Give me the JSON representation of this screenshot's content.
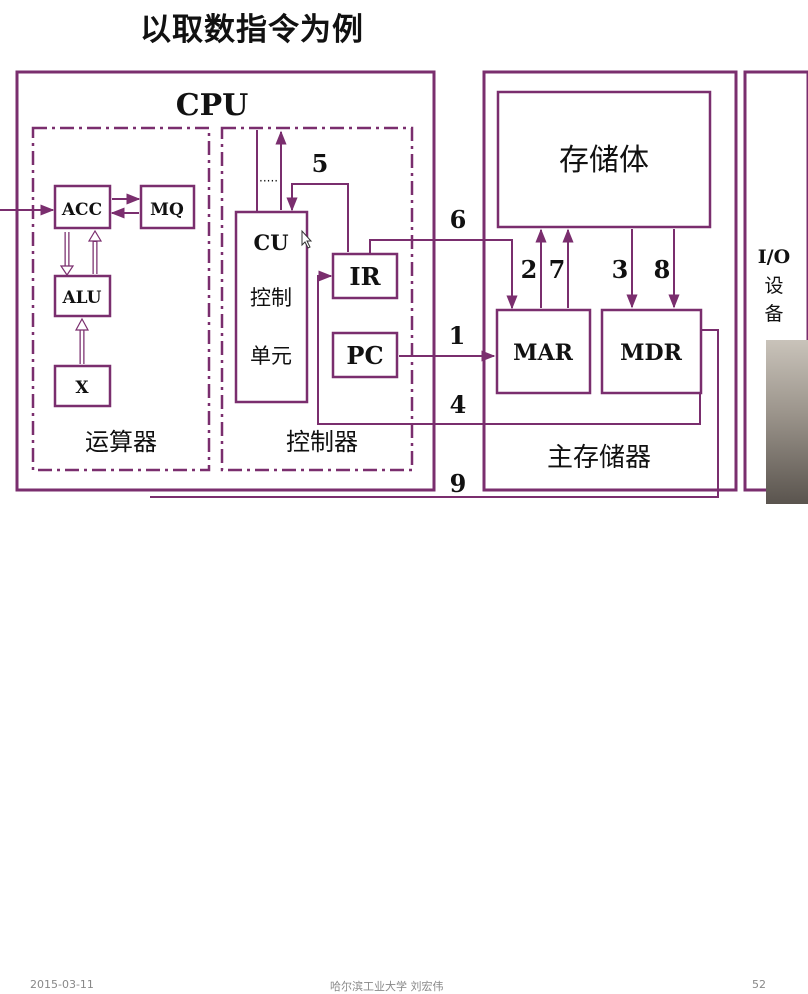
{
  "title": "以取数指令为例",
  "cpu": {
    "label": "CPU",
    "alu_group_label": "运算器",
    "control_group_label": "控制器",
    "acc": "ACC",
    "mq": "MQ",
    "alu": "ALU",
    "x": "X",
    "cu_line1": "CU",
    "cu_line2": "控制",
    "cu_line3": "单元",
    "ir": "IR",
    "pc": "PC"
  },
  "memory": {
    "label": "主存储器",
    "storage": "存储体",
    "mar": "MAR",
    "mdr": "MDR"
  },
  "io": {
    "line1": "I/O",
    "line2": "设",
    "line3": "备"
  },
  "steps": {
    "s1": "1",
    "s2": "2",
    "s3": "3",
    "s4": "4",
    "s5": "5",
    "s6": "6",
    "s7": "7",
    "s8": "8",
    "s9": "9"
  },
  "footer": {
    "left": "2015-03-11",
    "middle": "哈尔滨工业大学 刘宏伟",
    "right": "52"
  },
  "colors": {
    "frame": "#7a2e6e",
    "line": "#7a2e6e"
  }
}
